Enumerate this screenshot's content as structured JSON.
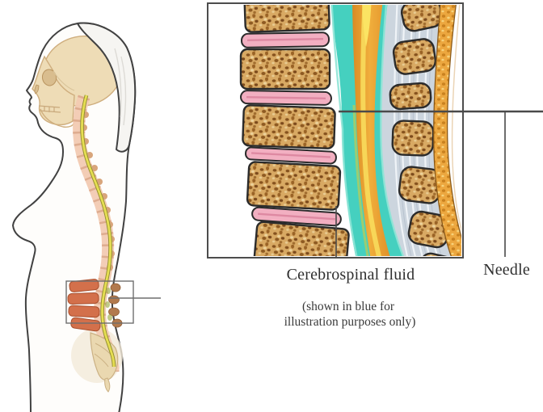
{
  "labels": {
    "cerebrospinal_fluid": "Cerebrospinal fluid",
    "note_line1": "(shown in blue for",
    "note_line2": "illustration purposes only)",
    "needle": "Needle"
  },
  "colors": {
    "csf_blue": "#45d0bf",
    "csf_highlight": "#8fe4d6",
    "cord_orange": "#e89b30",
    "cord_yellow": "#f8dc5c",
    "bone_tan": "#d8a963",
    "bone_speckle": "#86521e",
    "disc_pink": "#f2afc1",
    "ligament_gray": "#ccd5de",
    "fat_orange": "#eca73f",
    "lumbar_highlight": "#d3704b",
    "spine_band": "#f2cab2",
    "cord_line_yellow": "#e6de52",
    "skull_beige": "#eedcb6",
    "pointer_gray": "#4a4a4a",
    "box_border": "#4d4d4d",
    "text_dark": "#2f2f2f"
  }
}
